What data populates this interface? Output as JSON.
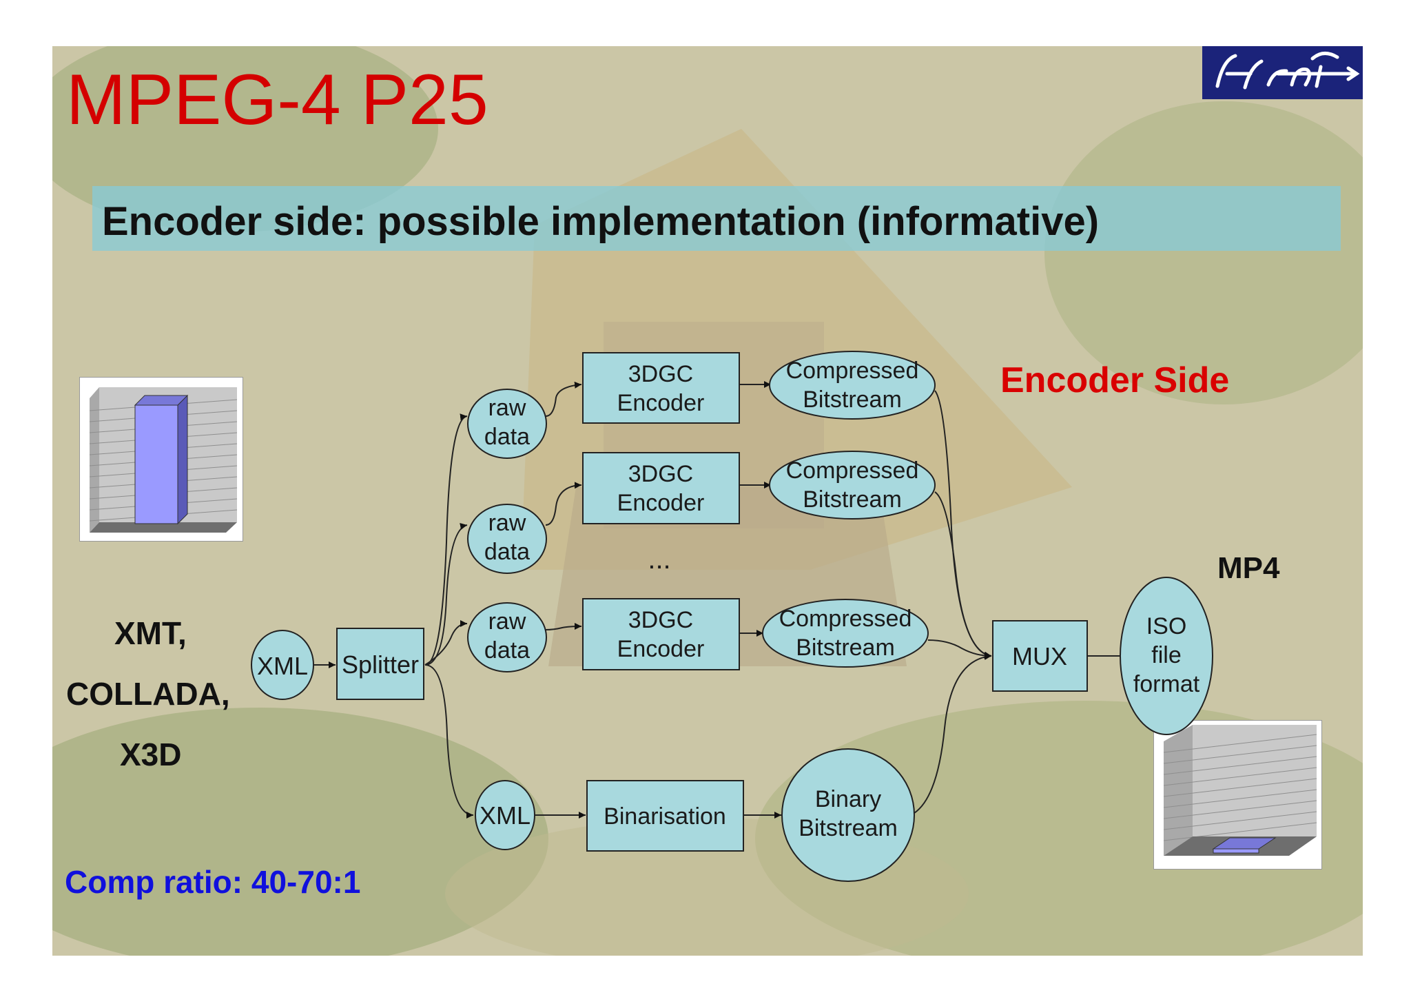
{
  "slide": {
    "title": "MPEG-4 P25",
    "banner": "Encoder side: possible implementation (informative)",
    "encoder_side_label": "Encoder Side",
    "mp4_label": "MP4",
    "formats": [
      "XMT,",
      "COLLADA,",
      "X3D"
    ],
    "comp_ratio": "Comp ratio: 40-70:1"
  },
  "diagram": {
    "xml_input": "XML",
    "splitter": "Splitter",
    "raw_data": [
      "raw",
      "data"
    ],
    "encoder": [
      "3DGC",
      "Encoder"
    ],
    "compressed": [
      "Compressed",
      "Bitstream"
    ],
    "ellipsis": "...",
    "xml_branch": "XML",
    "binarisation": "Binarisation",
    "binary": [
      "Binary",
      "Bitstream"
    ],
    "mux": "MUX",
    "iso": [
      "ISO",
      "file",
      "format"
    ]
  },
  "colors": {
    "title": "#d40000",
    "node_fill": "#a8d9de",
    "banner": "#88cad6",
    "comp_ratio": "#1010dd",
    "logo_bg": "#1b237a"
  },
  "icons": [
    "artemis-logo",
    "bar-chart-thumbnail-tall",
    "bar-chart-thumbnail-short"
  ]
}
